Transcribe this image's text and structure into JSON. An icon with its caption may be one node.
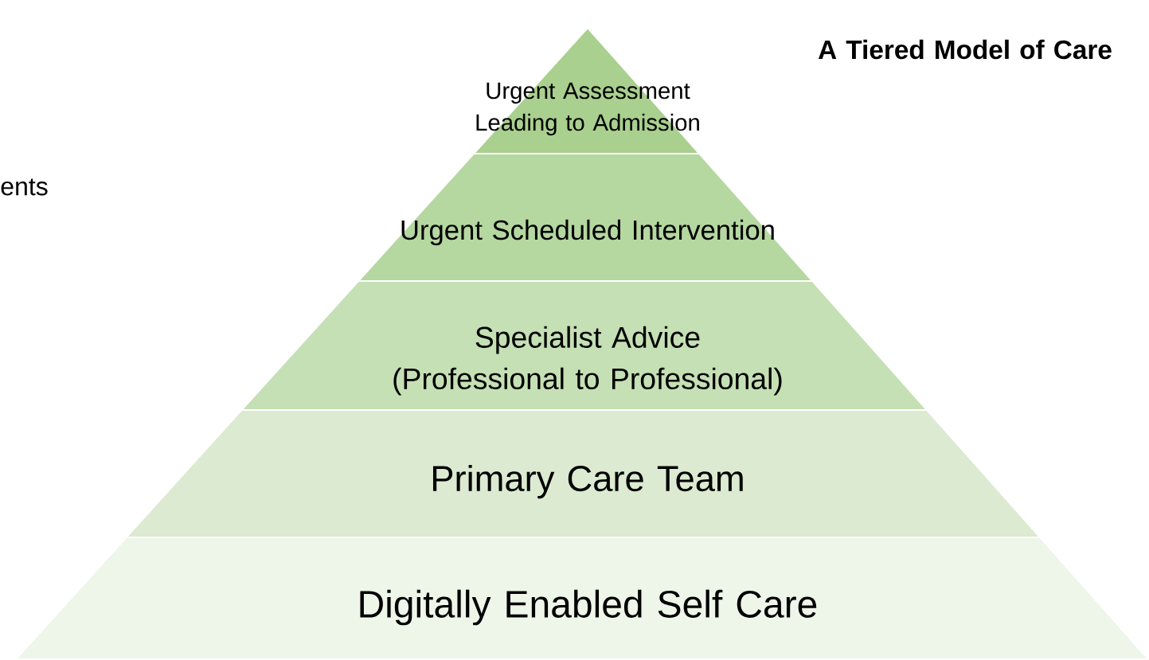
{
  "diagram": {
    "title": "A Tiered Model of Care",
    "nodes": [
      {
        "text": [
          "Urgent Assessment Leading to Admission"
        ]
      },
      {
        "text": [
          "Urgent Scheduled Intervention"
        ]
      },
      {
        "text": [
          "Specialist Advice (Professional to Professional)"
        ]
      },
      {
        "text": [
          "Primary Care Team"
        ]
      },
      {
        "text": [
          "Digitally Enabled Self Care"
        ]
      }
    ],
    "labels": [
      "ents"
    ]
  }
}
